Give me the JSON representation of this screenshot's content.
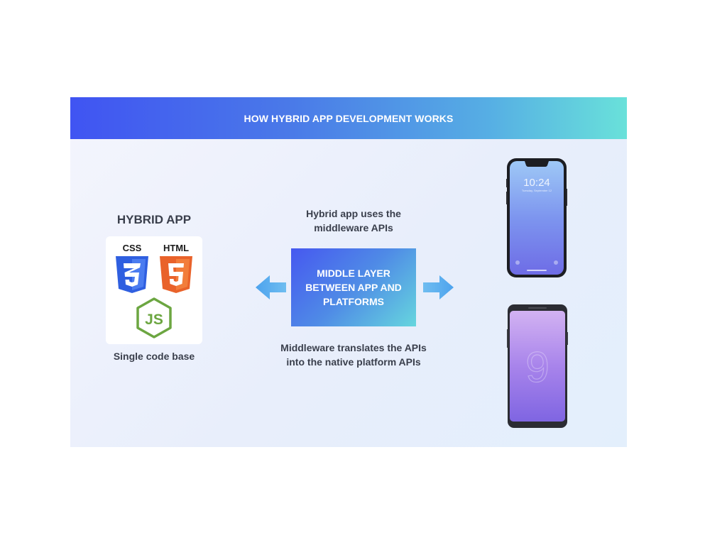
{
  "header": {
    "title": "HOW HYBRID APP DEVELOPMENT WORKS"
  },
  "hybrid_app": {
    "title": "HYBRID APP",
    "logos": {
      "css_label": "CSS",
      "html_label": "HTML",
      "js_label": "JS"
    },
    "caption": "Single code base"
  },
  "middle_layer": {
    "top_caption": "Hybrid app uses the middleware APIs",
    "label": "MIDDLE LAYER BETWEEN APP AND PLATFORMS",
    "bottom_caption": "Middleware translates the APIs into the native platform APIs"
  },
  "devices": {
    "iphone": {
      "time": "10:24",
      "date": "Tuesday, September 12"
    },
    "galaxy": {
      "wallpaper_digit": "9"
    }
  },
  "colors": {
    "banner_start": "#4054f2",
    "banner_end": "#69e1da",
    "css_blue": "#2f5fe0",
    "html_orange": "#e9622a",
    "node_green": "#6ca641",
    "text_dark": "#3a3f4c"
  }
}
